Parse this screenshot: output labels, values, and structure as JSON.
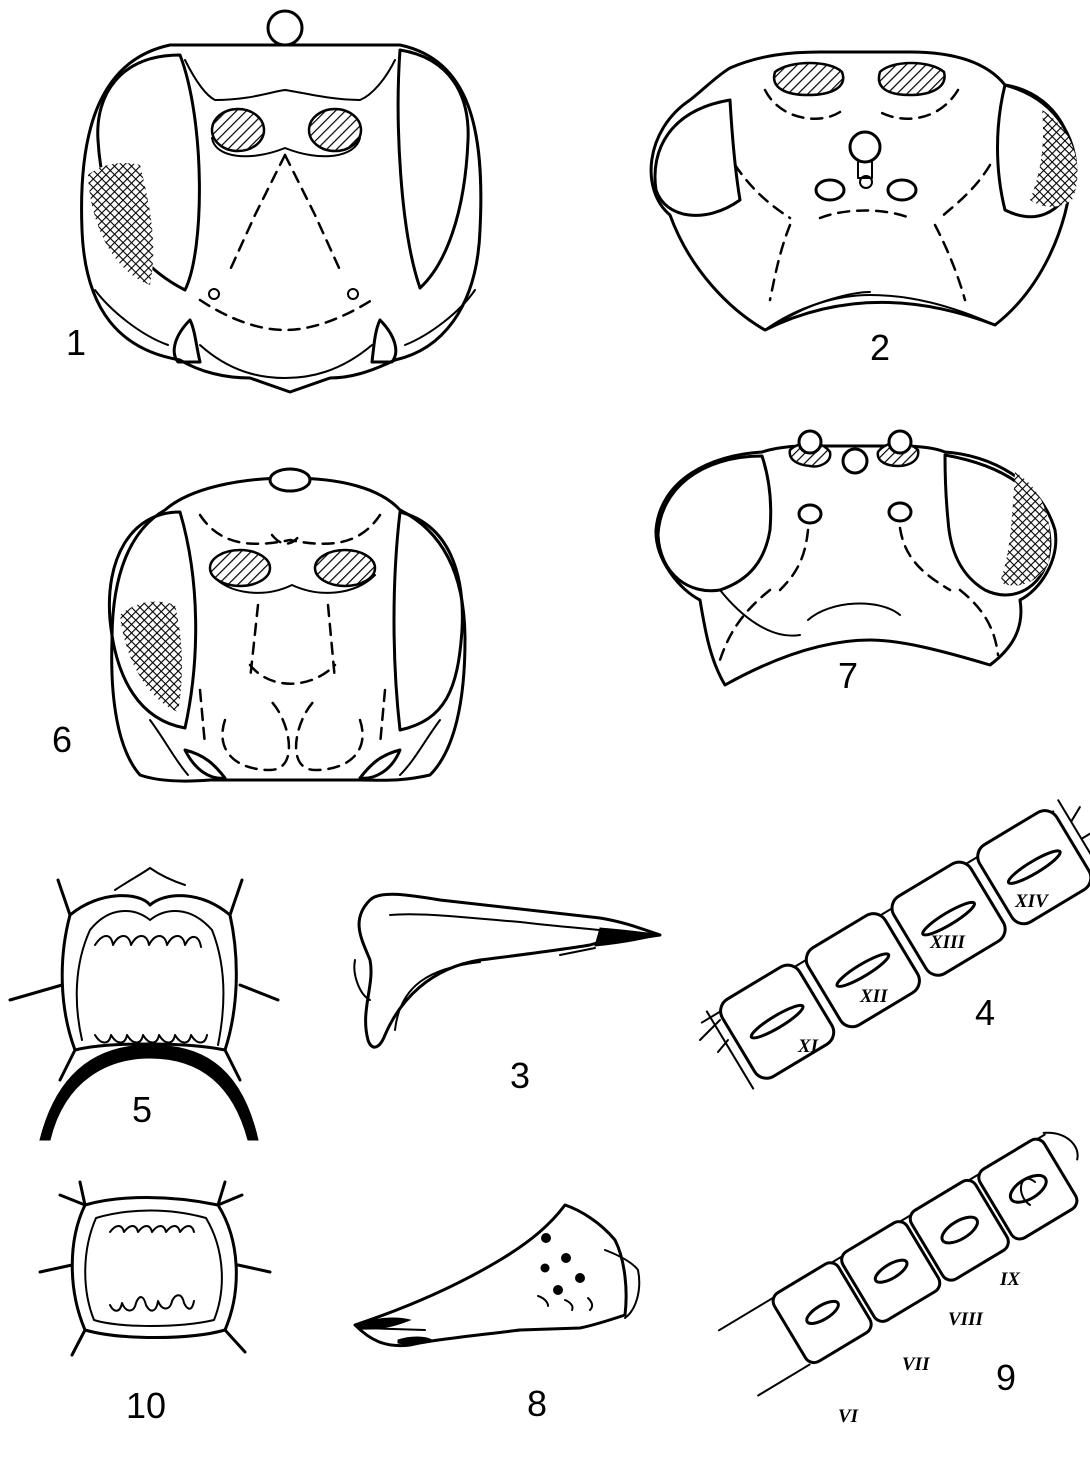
{
  "figure_labels": {
    "fig1": "1",
    "fig2": "2",
    "fig3": "3",
    "fig4": "4",
    "fig5": "5",
    "fig6": "6",
    "fig7": "7",
    "fig8": "8",
    "fig9": "9",
    "fig10": "10"
  },
  "antenna_segments_fig4": [
    "XI",
    "XII",
    "XIII",
    "XIV"
  ],
  "antenna_segments_fig9": [
    "VI",
    "VII",
    "VIII",
    "IX"
  ],
  "colors": {
    "ink": "#000000",
    "paper": "#ffffff"
  }
}
